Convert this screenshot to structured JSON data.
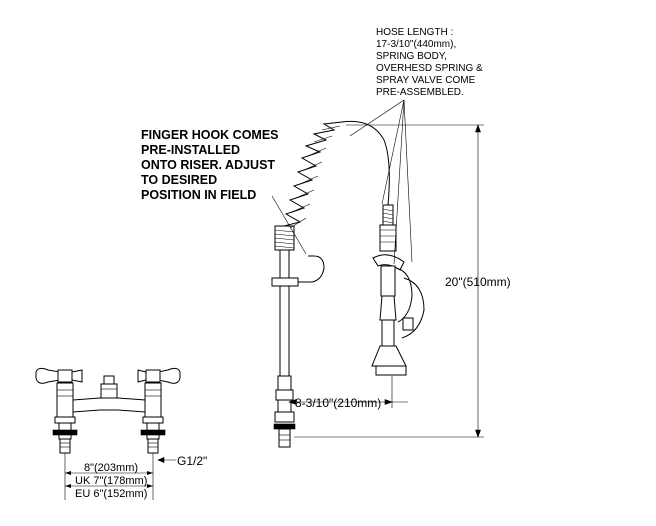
{
  "notes": {
    "hose_length": [
      "HOSE LENGTH :",
      "17-3/10\"(440mm),",
      "SPRING BODY,",
      "OVERHESD SPRING &",
      "SPRAY VALVE COME",
      "PRE-ASSEMBLED."
    ],
    "finger_hook": [
      "FINGER HOOK COMES",
      "PRE-INSTALLED",
      "ONTO RISER. ADJUST",
      "TO DESIRED",
      "POSITION IN FIELD"
    ]
  },
  "dimensions": {
    "height": "20\"(510mm)",
    "reach": "8-3/10\"(210mm)",
    "thread": "G1/2\"",
    "centers": "8\"(203mm)",
    "centers_uk": "UK 7\"(178mm)",
    "centers_eu": "EU 6\"(152mm)"
  },
  "colors": {
    "line": "#000000",
    "background": "#ffffff"
  }
}
